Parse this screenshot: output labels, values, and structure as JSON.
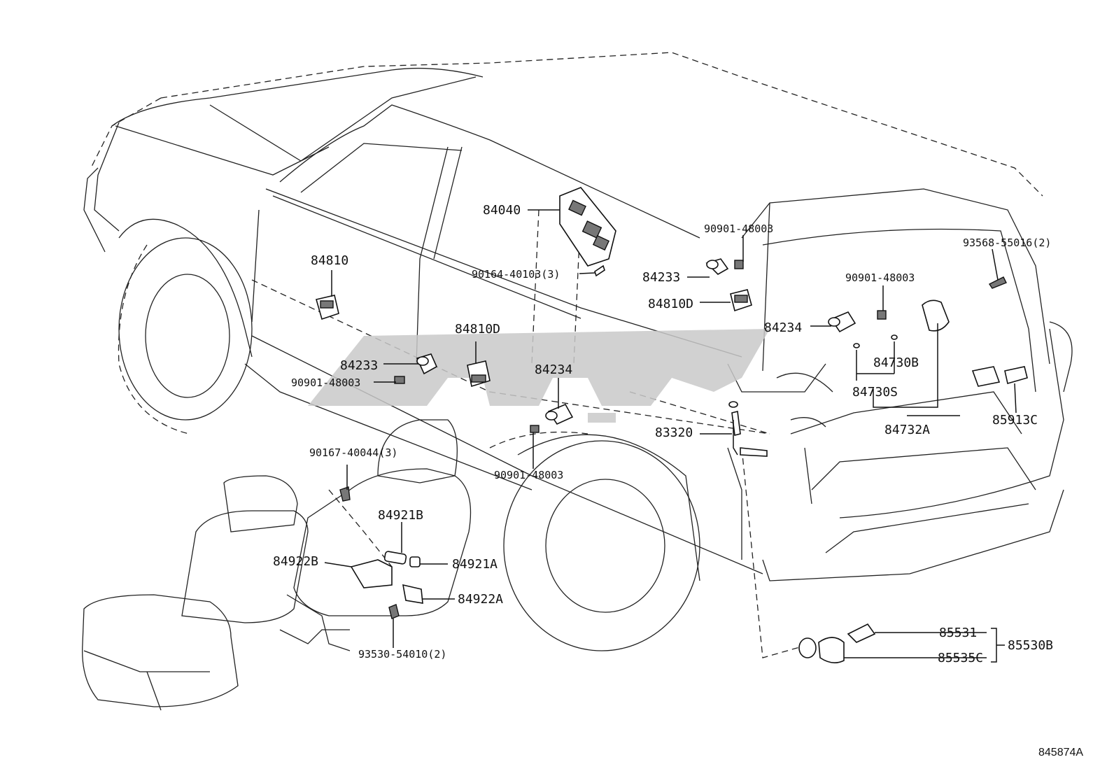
{
  "diagram": {
    "id": "845874A",
    "watermark_color": "#c9c9c9",
    "line_color": "#222222",
    "labels": {
      "p84040": "84040",
      "p90901_48003_top": "90901-48003",
      "p93568_55016": "93568-55016(2)",
      "p84810_left": "84810",
      "p90164_40103": "90164-40103(3)",
      "p84233_right": "84233",
      "p84810D_right": "84810D",
      "p90901_48003_right": "90901-48003",
      "p84234_right": "84234",
      "p84730B": "84730B",
      "p84810D_mid": "84810D",
      "p84233_left": "84233",
      "p90901_48003_left": "90901-48003",
      "p84234_mid": "84234",
      "p84730S": "84730S",
      "p83320": "83320",
      "p84732A": "84732A",
      "p85913C": "85913C",
      "p90167_40044": "90167-40044(3)",
      "p90901_48003_bottom": "90901-48003",
      "p84921B": "84921B",
      "p84922B": "84922B",
      "p84921A": "84921A",
      "p84922A": "84922A",
      "p93530_54010": "93530-54010(2)",
      "p85531": "85531",
      "p85530B": "85530B",
      "p85535C": "85535C"
    }
  }
}
